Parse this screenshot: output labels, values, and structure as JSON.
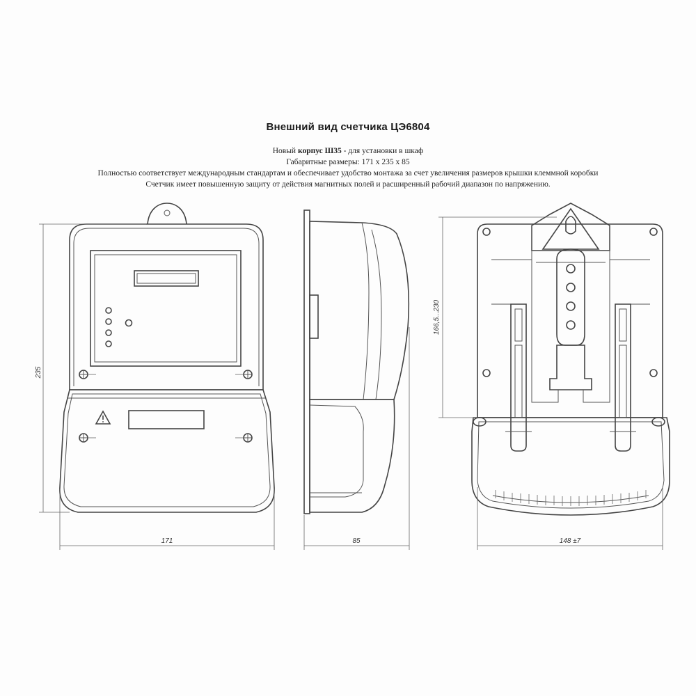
{
  "header": {
    "title": "Внешний вид счетчика ЦЭ6804",
    "line1_pre": "Новый ",
    "line1_bold": "корпус Ш35",
    "line1_post": " - для установки в шкаф",
    "line2": "Габаритные размеры: 171 x 235 x 85",
    "line3": "Полностью соответствует международным стандартам и обеспечивает удобство монтажа за счет увеличения размеров крышки клеммной коробки",
    "line4": "Счетчик имеет повышенную защиту от действия магнитных полей и расширенный рабочий диапазон по напряжению."
  },
  "dimensions": {
    "front_height": "235",
    "front_width": "171",
    "side_depth": "85",
    "back_mount_height": "166,5...230",
    "back_width": "148 ±7"
  },
  "icons": {
    "warning": "warning-triangle-icon"
  }
}
